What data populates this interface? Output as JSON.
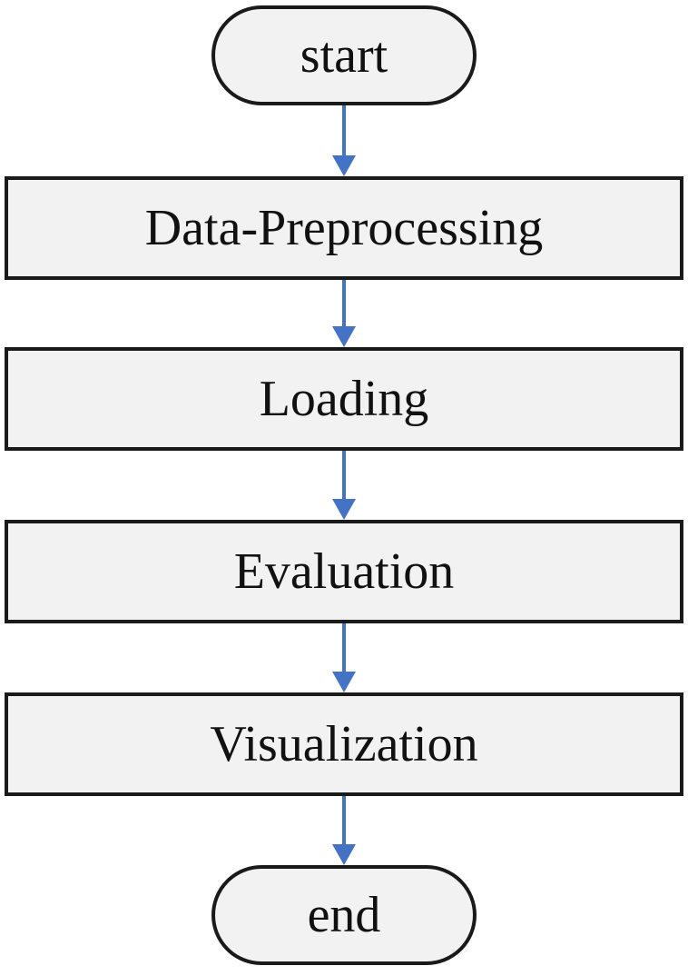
{
  "diagram": {
    "type": "flowchart",
    "direction": "top-down",
    "nodes": [
      {
        "id": "start",
        "shape": "terminator",
        "label": "start"
      },
      {
        "id": "data-preprocessing",
        "shape": "process",
        "label": "Data-Preprocessing"
      },
      {
        "id": "loading",
        "shape": "process",
        "label": "Loading"
      },
      {
        "id": "evaluation",
        "shape": "process",
        "label": "Evaluation"
      },
      {
        "id": "visualization",
        "shape": "process",
        "label": "Visualization"
      },
      {
        "id": "end",
        "shape": "terminator",
        "label": "end"
      }
    ],
    "edges": [
      {
        "from": "start",
        "to": "data-preprocessing"
      },
      {
        "from": "data-preprocessing",
        "to": "loading"
      },
      {
        "from": "loading",
        "to": "evaluation"
      },
      {
        "from": "evaluation",
        "to": "visualization"
      },
      {
        "from": "visualization",
        "to": "end"
      }
    ],
    "colors": {
      "node_fill": "#F2F2F2",
      "node_border": "#1A1A1A",
      "arrow": "#4472C4",
      "text": "#111111",
      "background": "#FFFFFF"
    }
  }
}
